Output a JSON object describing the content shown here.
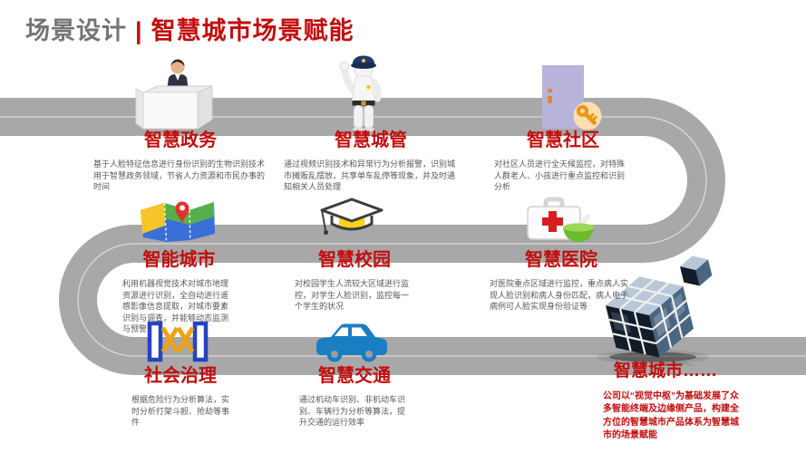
{
  "header": {
    "section": "场景设计",
    "divider": "|",
    "title": "智慧城市场景赋能"
  },
  "colors": {
    "accent_red": "#c20d0d",
    "section_gray": "#757575",
    "road_gray": "#a8a8a8",
    "desc_gray": "#595959"
  },
  "items": [
    {
      "title": "智慧政务",
      "icon": "reception-desk-icon",
      "desc": "基于人脸特征信息进行身份识别的生物识别技术用于智慧政务领域，节省人力资源和市民办事的时间"
    },
    {
      "title": "智慧城管",
      "icon": "traffic-police-icon",
      "desc": "通过视频识别技术和异常行为分析报警，识别城市摊贩乱摆放，共享单车乱停等现象，并及时通知相关人员处理"
    },
    {
      "title": "智慧社区",
      "icon": "door-key-icon",
      "desc": "对社区人员进行全天候监控，对特殊人群老人、小孩进行重点监控和识别分析"
    },
    {
      "title": "智能城市",
      "icon": "map-pin-icon",
      "desc": "利用机器视觉技术对城市地理资源进行识别，全自动进行遥感影像信息提取，对城市要素识别与调查，并能够动态监测与预警"
    },
    {
      "title": "智慧校园",
      "icon": "graduation-cap-icon",
      "desc": "对校园学生人流较大区域进行监控，对学生人脸识别，监控每一个学生的状况"
    },
    {
      "title": "智慧医院",
      "icon": "first-aid-kit-icon",
      "desc": "对医院重点区域进行监控，重点病人实现人脸识别和病人身份匹配，病人电子病例可人脸实现身份验证等"
    },
    {
      "title": "社会治理",
      "icon": "security-gate-icon",
      "desc": "根据危险行为分析算法，实时分析打架斗殴、抢劫等事件"
    },
    {
      "title": "智慧交通",
      "icon": "car-icon",
      "desc": "通过机动车识别、非机动车识别、车辆行为分析等算法，提升交通的运行效率"
    },
    {
      "title": "智慧城市……",
      "icon": "city-cube-icon",
      "desc": "公司以“视觉中枢”为基础发展了众多智能终端及边缘侧产品，构建全方位的智慧城市产品体系为智慧城市的场景赋能"
    }
  ]
}
